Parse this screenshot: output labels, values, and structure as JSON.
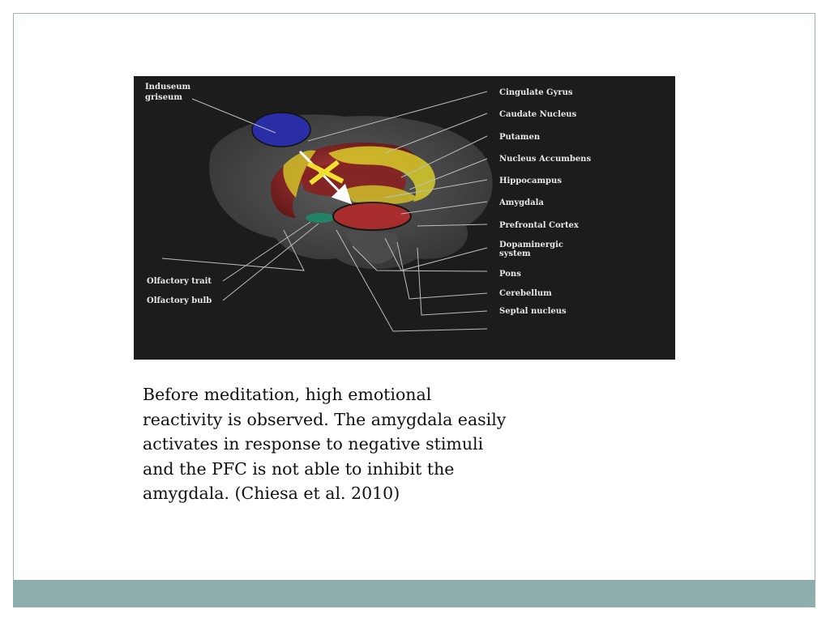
{
  "figure": {
    "labels": {
      "induseum_1": "Induseum",
      "induseum_2": "griseum",
      "cingulate_gyrus": "Cingulate Gyrus",
      "caudate_nucleus": "Caudate Nucleus",
      "putamen": "Putamen",
      "nucleus_accumbens": "Nucleus Accumbens",
      "hippocampus": "Hippocampus",
      "amygdala": "Amygdala",
      "prefrontal_cortex": "Prefrontal Cortex",
      "dopaminergic_1": "Dopaminergic",
      "dopaminergic_2": "system",
      "pons": "Pons",
      "cerebellum": "Cerebellum",
      "septal_nucleus": "Septal nucleus",
      "olfactory_trait": "Olfactory trait",
      "olfactory_bulb": "Olfactory bulb"
    },
    "colors": {
      "background": "#1c1c1c",
      "pfc_highlight": "#2a2ea6",
      "amygdala_highlight": "#b32a2a",
      "inhibition_mark": "#f2e02e"
    }
  },
  "caption": "Before meditation, high emotional\nreactivity is observed. The amygdala easily\nactivates in response to negative stimuli\nand the PFC is not able to inhibit the\namygdala. (Chiesa et al. 2010)"
}
